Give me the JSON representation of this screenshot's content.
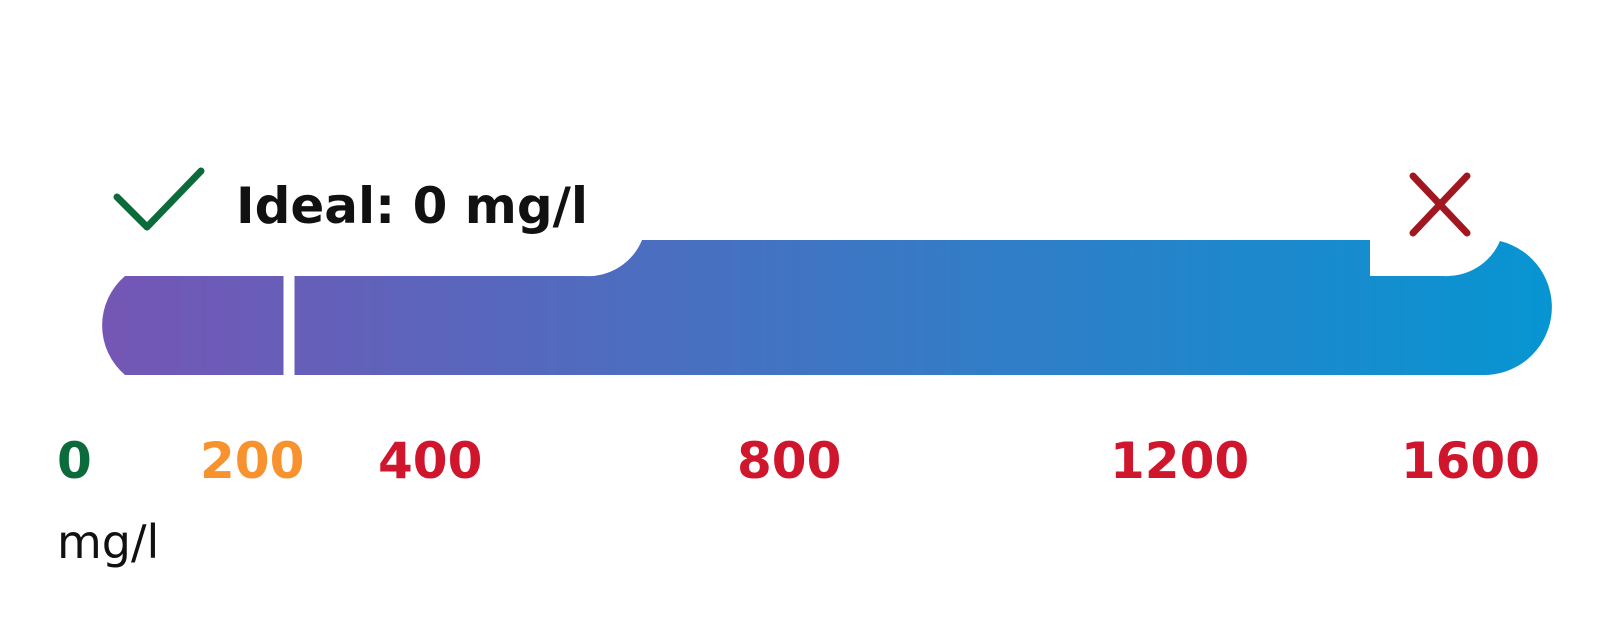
{
  "gauge": {
    "ideal_label": "Ideal: 0 mg/l",
    "unit_label": "mg/l",
    "min": 0,
    "max": 1600,
    "divider_value": 300,
    "colors": {
      "gradient_start": "#7556b5",
      "gradient_end": "#0795d2",
      "ok": "#0b6b3a",
      "bad": "#a1171f"
    },
    "ticks": [
      {
        "value": 0,
        "label": "0",
        "color": "#0b6b3a"
      },
      {
        "value": 200,
        "label": "200",
        "color": "#f7922e"
      },
      {
        "value": 400,
        "label": "400",
        "color": "#d0162c"
      },
      {
        "value": 800,
        "label": "800",
        "color": "#d0162c"
      },
      {
        "value": 1200,
        "label": "1200",
        "color": "#d0162c"
      },
      {
        "value": 1600,
        "label": "1600",
        "color": "#d0162c"
      }
    ],
    "icons": {
      "ok": "check-icon",
      "bad": "x-icon"
    }
  }
}
